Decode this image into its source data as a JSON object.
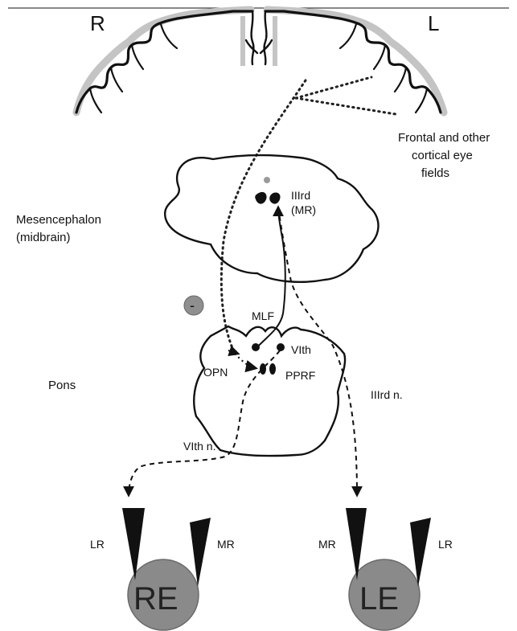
{
  "colors": {
    "ink": "#111111",
    "eyeball": "#8a8a8a",
    "eyeball_edge": "#6a6a6a",
    "gray_nucleus": "#9a9a9a",
    "cortex_gray": "#bdbdbd"
  },
  "labels": {
    "side_right": "R",
    "side_left": "L",
    "cortical_line1": "Frontal and other",
    "cortical_line2": "cortical eye",
    "cortical_line3": "fields",
    "mesencephalon_line1": "Mesencephalon",
    "mesencephalon_line2": "(midbrain)",
    "pons": "Pons",
    "iiird_nucleus_line1": "IIIrd",
    "iiird_nucleus_line2": "(MR)",
    "mlf": "MLF",
    "vith": "VIth",
    "opn": "OPN",
    "pprf": "PPRF",
    "vith_nerve": "VIth n.",
    "iiird_nerve": "IIIrd n.",
    "inhibitory_sign": "-",
    "right_eye": "RE",
    "left_eye": "LE",
    "re_lateral_rectus": "LR",
    "re_medial_rectus": "MR",
    "le_medial_rectus": "MR",
    "le_lateral_rectus": "LR"
  }
}
